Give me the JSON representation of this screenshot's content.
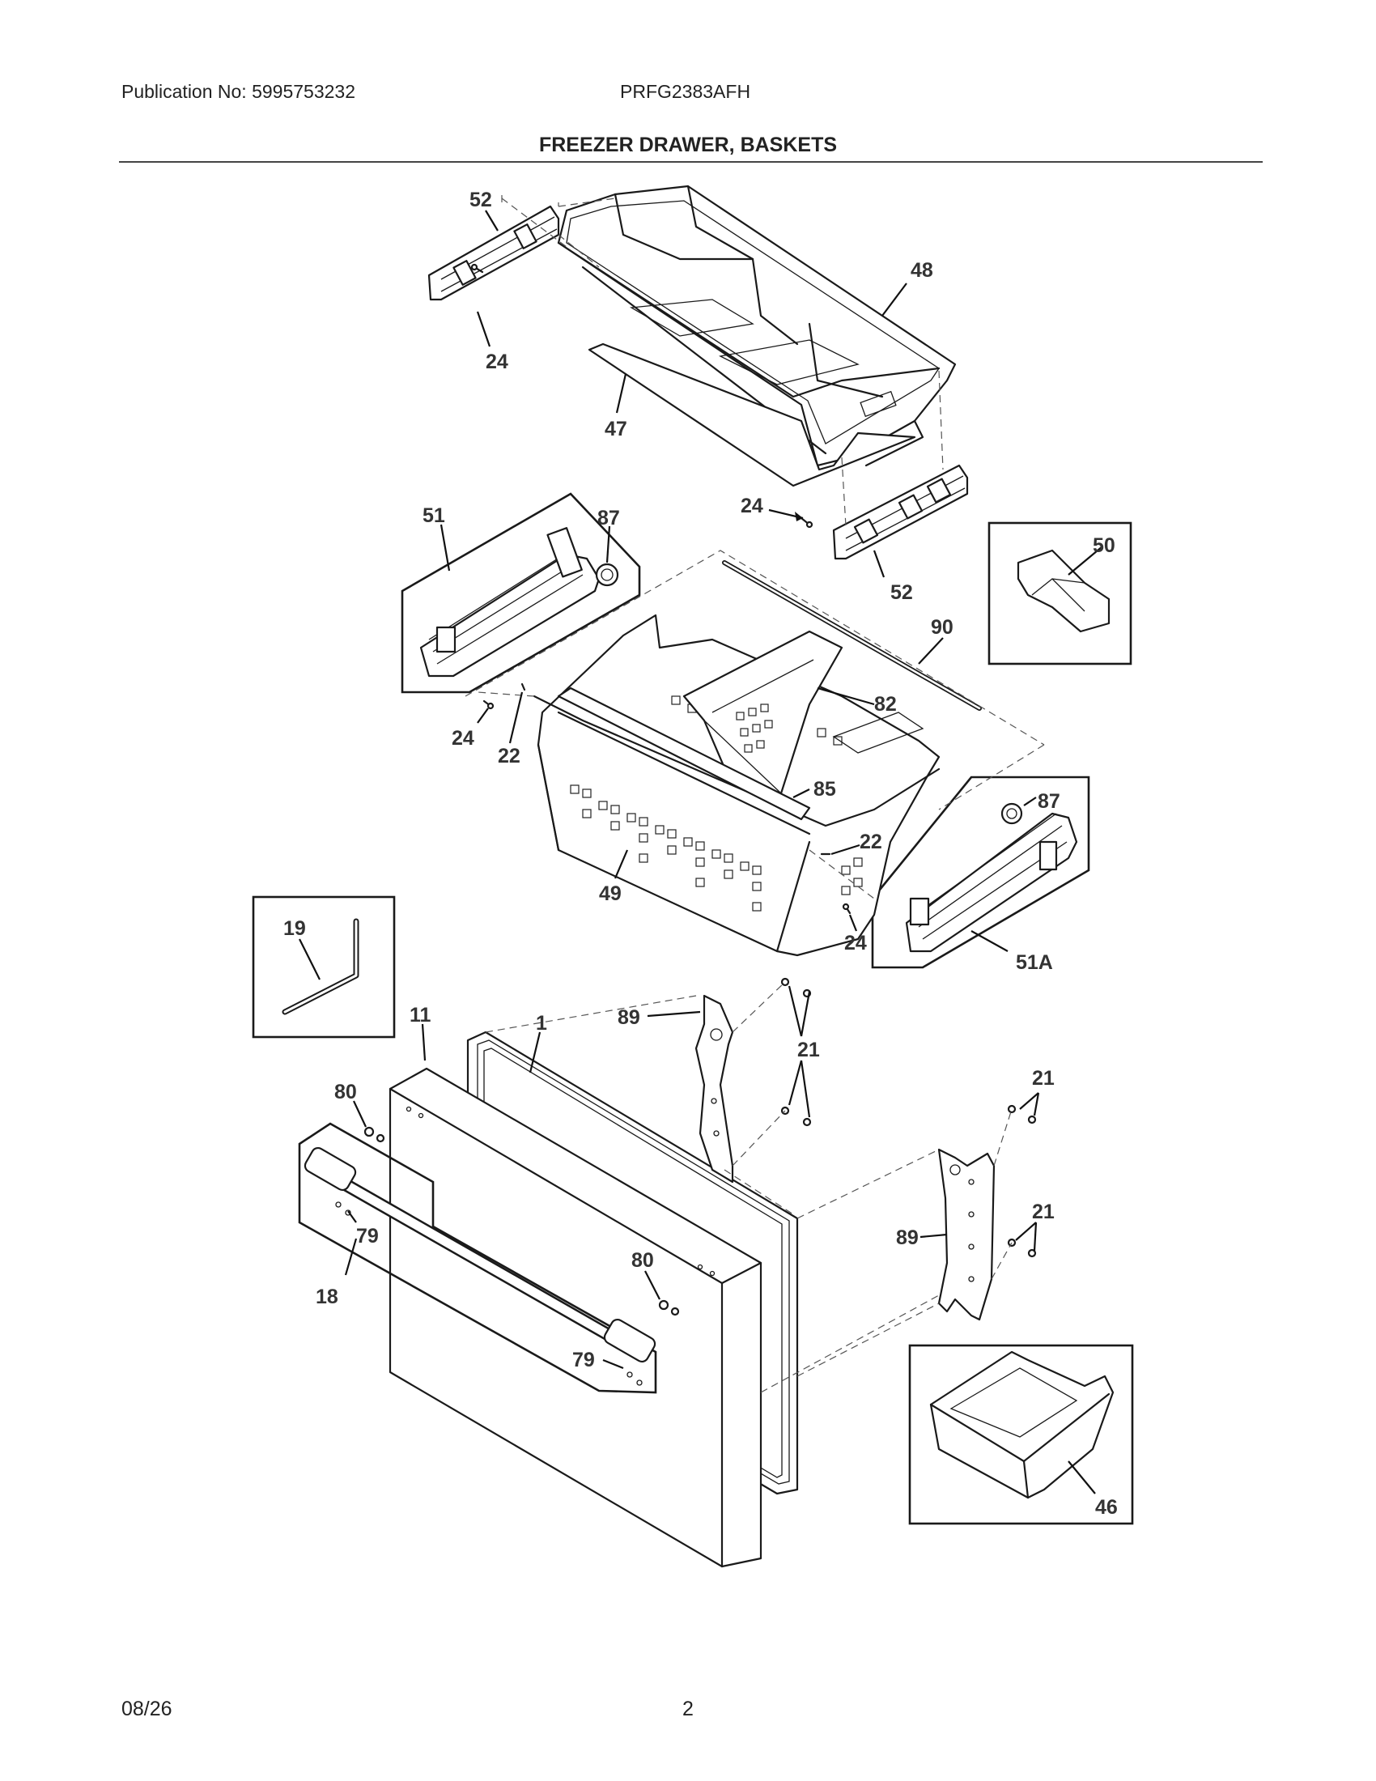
{
  "header": {
    "publication": "Publication No: 5995753232",
    "model": "PRFG2383AFH",
    "title": "FREEZER DRAWER, BASKETS"
  },
  "footer": {
    "date": "08/26",
    "page": "2"
  },
  "callouts": {
    "c52a": "52",
    "c48": "48",
    "c24a": "24",
    "c47": "47",
    "c51": "51",
    "c87a": "87",
    "c24b": "24",
    "c52b": "52",
    "c50": "50",
    "c90": "90",
    "c82": "82",
    "c24c": "24",
    "c22a": "22",
    "c85": "85",
    "c87b": "87",
    "c22b": "22",
    "c49": "49",
    "c24d": "24",
    "c51a": "51A",
    "c19": "19",
    "c11": "11",
    "c1": "1",
    "c89a": "89",
    "c21a": "21",
    "c80a": "80",
    "c21b": "21",
    "c79a": "79",
    "c18": "18",
    "c80b": "80",
    "c89b": "89",
    "c21c": "21",
    "c79b": "79",
    "c46": "46"
  }
}
